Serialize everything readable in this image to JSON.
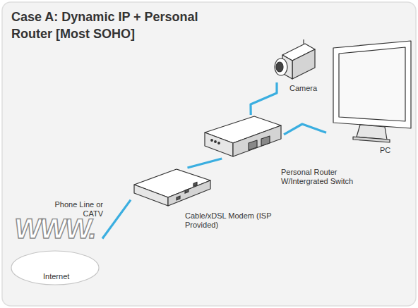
{
  "diagram": {
    "title": "Case A: Dynamic IP + Personal Router [Most SOHO]",
    "nodes": [
      {
        "text": [
          "WWW.",
          "Internet"
        ]
      },
      {
        "text": [
          "Cable/xDSL Modem (ISP Provided)"
        ]
      },
      {
        "text": [
          "Personal Router W/Intergrated Switch"
        ]
      },
      {
        "text": [
          "Camera"
        ]
      },
      {
        "text": [
          "PC"
        ]
      }
    ],
    "edges": [
      {
        "from": 0,
        "to": 1,
        "label": "Phone Line or CATV",
        "arrow": "none"
      },
      {
        "from": 1,
        "to": 2,
        "arrow": "none"
      },
      {
        "from": 2,
        "to": 3,
        "arrow": "none"
      },
      {
        "from": 2,
        "to": 4,
        "arrow": "none"
      }
    ]
  }
}
